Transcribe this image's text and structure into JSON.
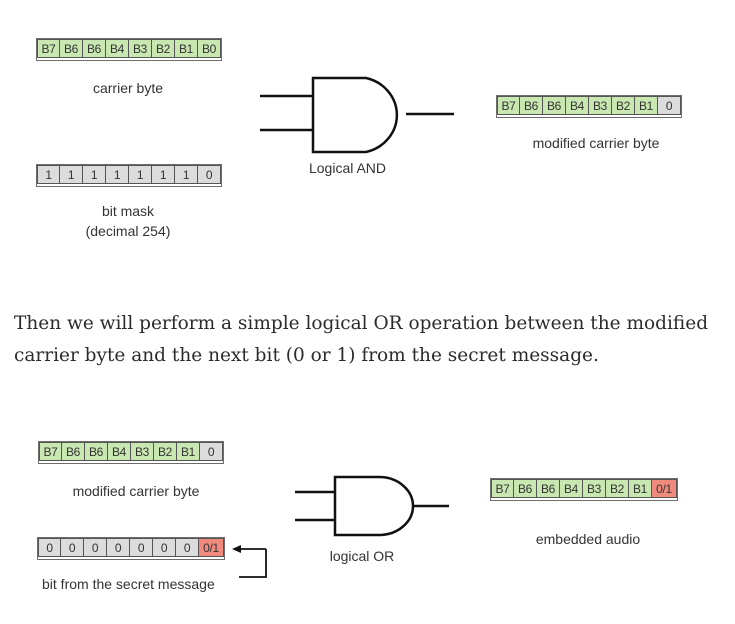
{
  "diagram1": {
    "carrier_cells": [
      "B7",
      "B6",
      "B6",
      "B4",
      "B3",
      "B2",
      "B1",
      "B0"
    ],
    "carrier_label": "carrier byte",
    "mask_cells": [
      "1",
      "1",
      "1",
      "1",
      "1",
      "1",
      "1",
      "0"
    ],
    "mask_label": "bit mask",
    "mask_sublabel": "(decimal 254)",
    "gate_label": "Logical AND",
    "output_cells": [
      "B7",
      "B6",
      "B6",
      "B4",
      "B3",
      "B2",
      "B1",
      "0"
    ],
    "output_label": "modified carrier byte"
  },
  "paragraph": "Then we will perform a simple logical OR operation between the modified carrier byte and the next bit (0 or 1) from the secret message.",
  "diagram2": {
    "input_cells": [
      "B7",
      "B6",
      "B6",
      "B4",
      "B3",
      "B2",
      "B1",
      "0"
    ],
    "input_label": "modified carrier byte",
    "bit_cells": [
      "0",
      "0",
      "0",
      "0",
      "0",
      "0",
      "0",
      "0/1"
    ],
    "bit_label": "bit from the secret message",
    "gate_label": "logical OR",
    "output_cells": [
      "B7",
      "B6",
      "B6",
      "B4",
      "B3",
      "B2",
      "B1",
      "0/1"
    ],
    "output_label": "embedded audio"
  },
  "colors": {
    "carrier_cell": "#c9e8b1",
    "mask_cell": "#dcdcdc",
    "secret_bit_cell": "#f08a7c"
  }
}
